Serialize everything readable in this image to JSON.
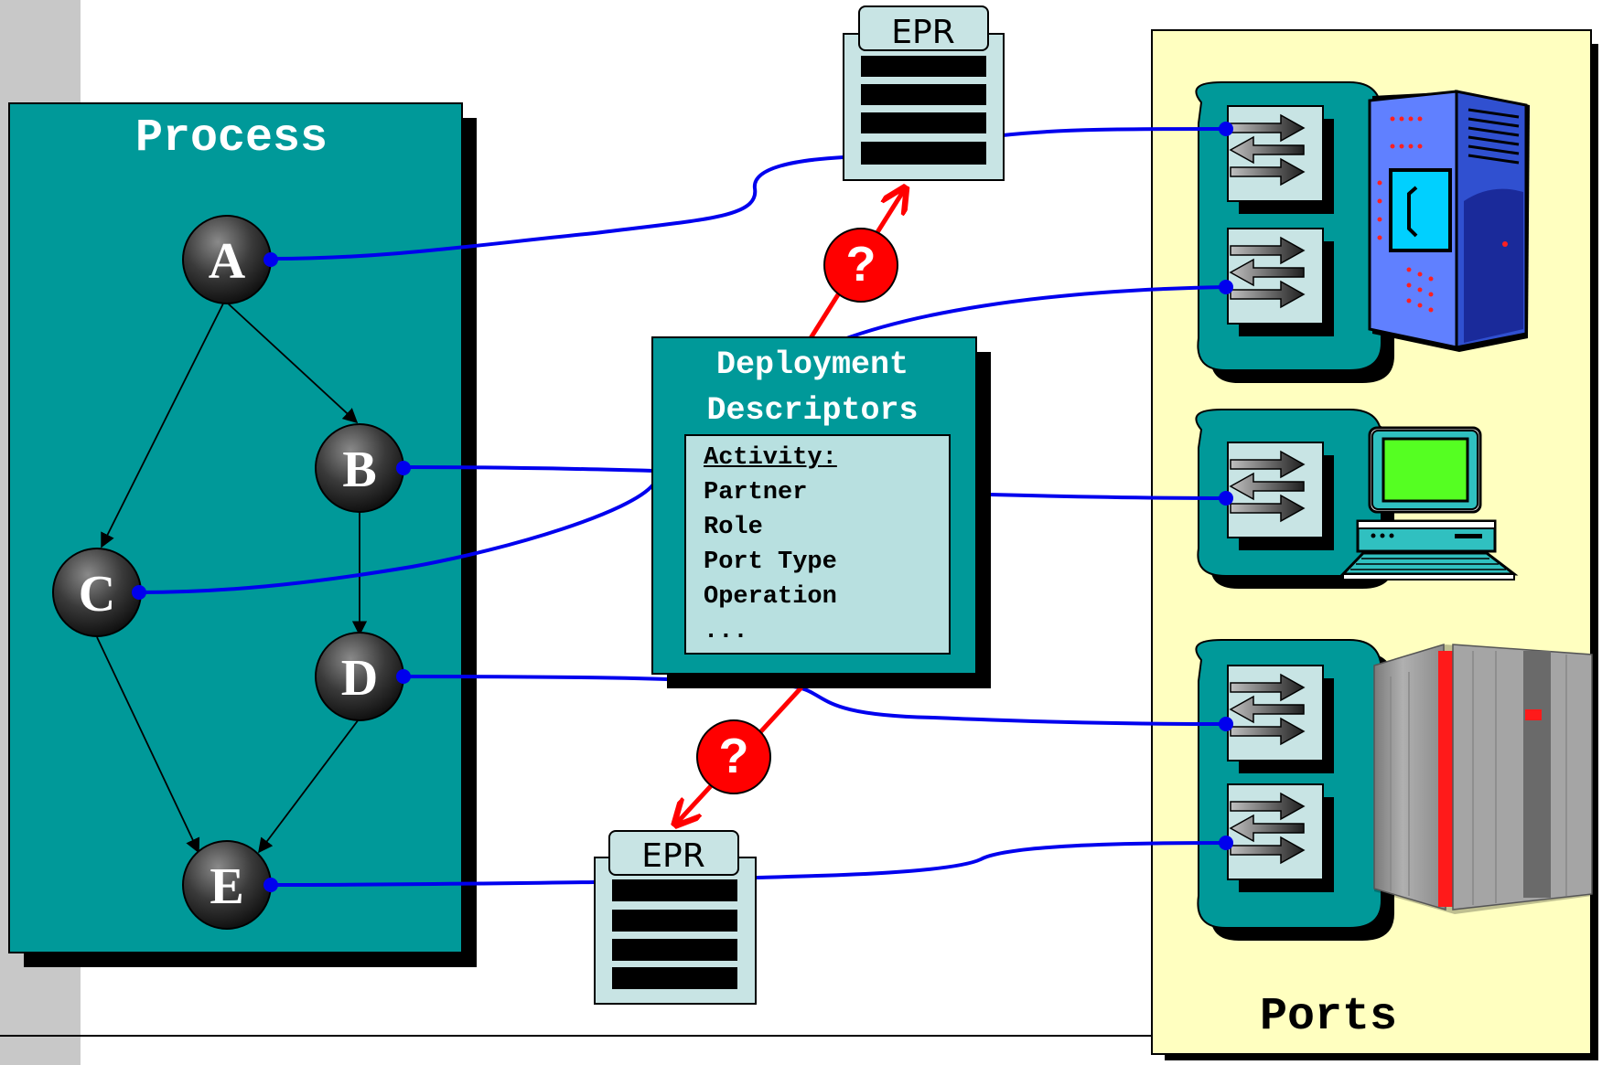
{
  "process": {
    "title": "Process",
    "nodes": [
      {
        "id": "A",
        "label": "A"
      },
      {
        "id": "B",
        "label": "B"
      },
      {
        "id": "C",
        "label": "C"
      },
      {
        "id": "D",
        "label": "D"
      },
      {
        "id": "E",
        "label": "E"
      }
    ]
  },
  "descriptor": {
    "title_line1": "Deployment",
    "title_line2": "Descriptors",
    "header": "Activity",
    "header_suffix": ":",
    "items": [
      "Partner",
      "Role",
      "Port Type",
      "Operation",
      "..."
    ]
  },
  "epr": {
    "top_label": "EPR",
    "bottom_label": "EPR"
  },
  "question_mark": "?",
  "ports": {
    "title": "Ports"
  },
  "colors": {
    "teal": "#009999",
    "port_panel": "#ffffc0",
    "link_blue": "#0000ee",
    "question_red": "#ff0000",
    "epr_fill": "#c8e4e4",
    "sidebar": "#c8c8c8"
  },
  "icons": [
    "server-icon",
    "desktop-computer-icon",
    "mainframe-icon",
    "port-arrows-icon"
  ]
}
